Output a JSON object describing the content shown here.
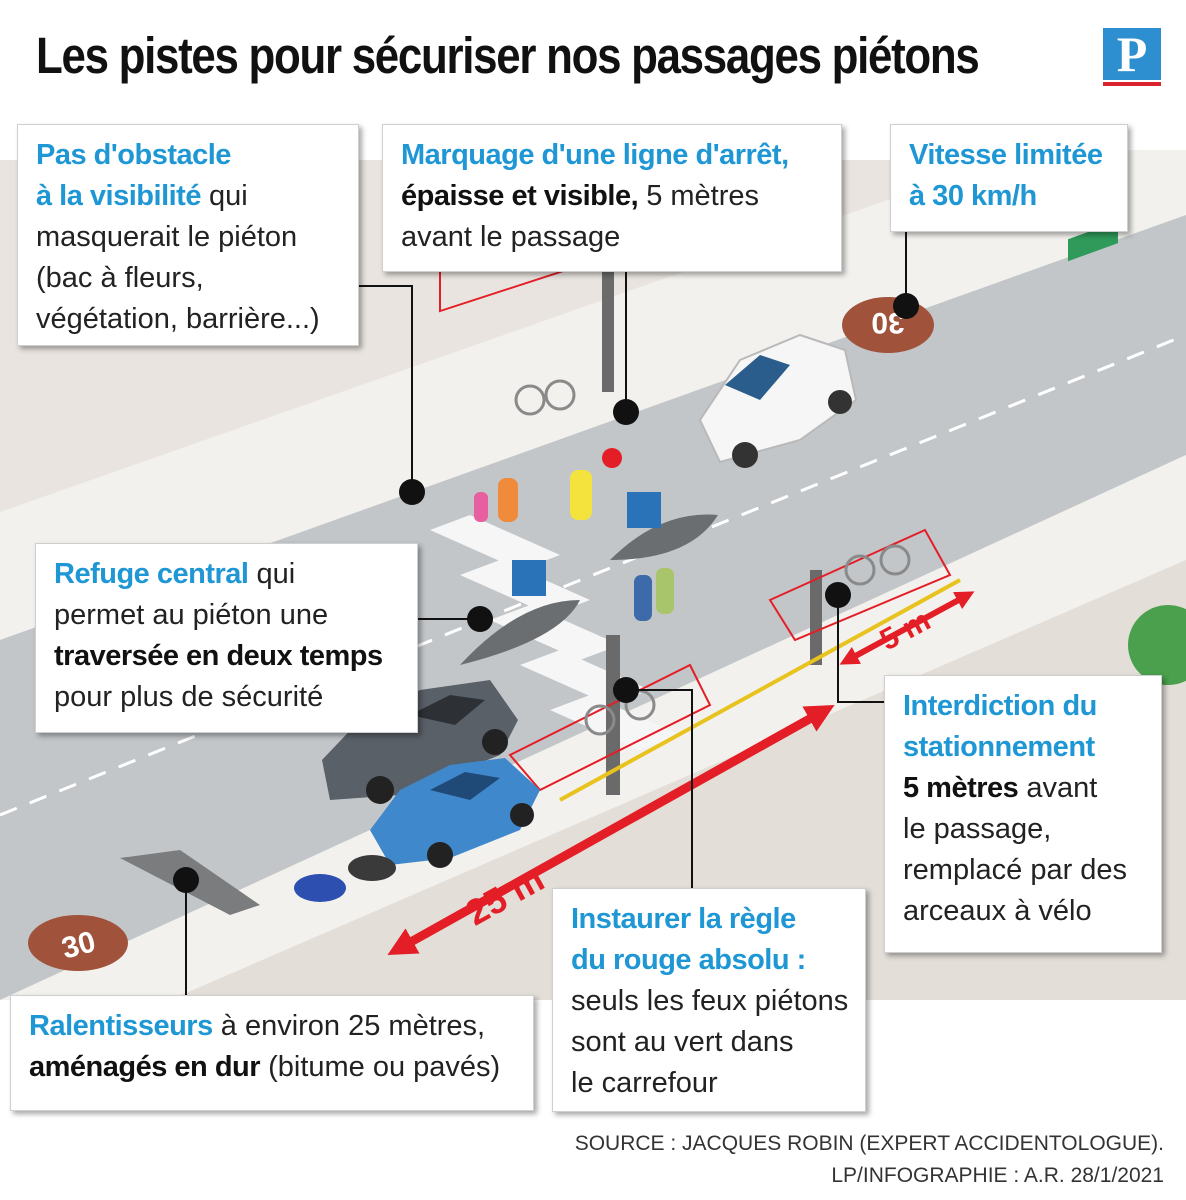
{
  "title": "Les pistes pour sécuriser nos passages piétons",
  "logo_letter": "P",
  "colors": {
    "accent_blue": "#1f97d4",
    "arrow_red": "#e41e26",
    "road": "#c2c6c9",
    "speed_marking": "#a0523a"
  },
  "labels": {
    "visibility": {
      "l1": "Pas d'obstacle",
      "l2a": "à la visibilité",
      "l2b": " qui",
      "l3": "masquerait le piéton",
      "l4": "(bac à fleurs,",
      "l5": "végétation, barrière...)"
    },
    "stopline": {
      "l1": "Marquage d'une ligne d'arrêt,",
      "l2a": "épaisse et visible,",
      "l2b": " 5 mètres",
      "l3": "avant le passage"
    },
    "speed": {
      "l1": "Vitesse limitée",
      "l2": "à 30 km/h"
    },
    "refuge": {
      "l1a": "Refuge central",
      "l1b": " qui",
      "l2": "permet au piéton une",
      "l3": "traversée en deux temps",
      "l4": "pour plus de sécurité"
    },
    "parking": {
      "l1": "Interdiction du",
      "l2": "stationnement",
      "l3a": "5 mètres",
      "l3b": " avant",
      "l4": "le passage,",
      "l5": "remplacé par des",
      "l6": "arceaux à vélo"
    },
    "redlight": {
      "l1": "Instaurer la règle",
      "l2": "du rouge absolu :",
      "l3": "seuls les feux piétons",
      "l4": "sont au vert dans",
      "l5": "le carrefour"
    },
    "bumps": {
      "l1a": "Ralentisseurs",
      "l1b": " à environ 25 mètres,",
      "l2a": "aménagés en dur",
      "l2b": " (bitume ou pavés)"
    }
  },
  "scene": {
    "dist_25": "25 m",
    "dist_5": "5 m",
    "speed_30": "30"
  },
  "source": {
    "line1": "SOURCE : JACQUES ROBIN (EXPERT ACCIDENTOLOGUE).",
    "line2": "LP/INFOGRAPHIE : A.R.  28/1/2021"
  }
}
